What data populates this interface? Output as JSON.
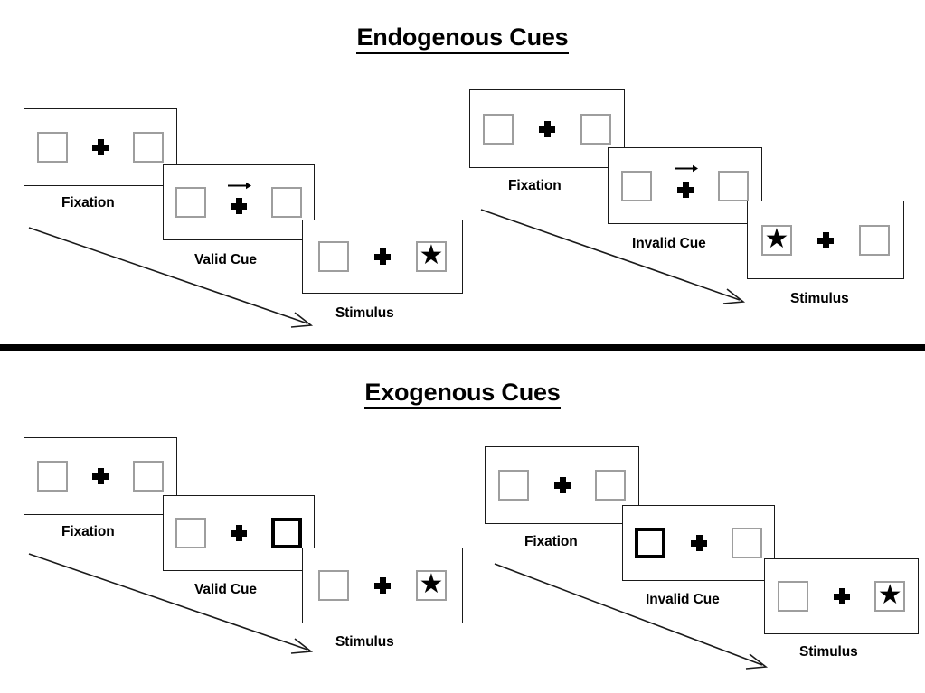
{
  "sections": [
    {
      "title": "Endogenous Cues",
      "groups": [
        {
          "name": "endogenous-valid",
          "panels": [
            {
              "caption": "Fixation",
              "cue_type": "none",
              "left_box": "empty",
              "right_box": "empty"
            },
            {
              "caption": "Valid Cue",
              "cue_type": "arrow-right",
              "left_box": "empty",
              "right_box": "empty"
            },
            {
              "caption": "Stimulus",
              "cue_type": "none",
              "left_box": "empty",
              "right_box": "star"
            }
          ]
        },
        {
          "name": "endogenous-invalid",
          "panels": [
            {
              "caption": "Fixation",
              "cue_type": "none",
              "left_box": "empty",
              "right_box": "empty"
            },
            {
              "caption": "Invalid Cue",
              "cue_type": "arrow-right",
              "left_box": "empty",
              "right_box": "empty"
            },
            {
              "caption": "Stimulus",
              "cue_type": "none",
              "left_box": "star",
              "right_box": "empty"
            }
          ]
        }
      ]
    },
    {
      "title": "Exogenous Cues",
      "groups": [
        {
          "name": "exogenous-valid",
          "panels": [
            {
              "caption": "Fixation",
              "cue_type": "none",
              "left_box": "empty",
              "right_box": "empty"
            },
            {
              "caption": "Valid Cue",
              "cue_type": "box-highlight-right",
              "left_box": "empty",
              "right_box": "cued"
            },
            {
              "caption": "Stimulus",
              "cue_type": "none",
              "left_box": "empty",
              "right_box": "star"
            }
          ]
        },
        {
          "name": "exogenous-invalid",
          "panels": [
            {
              "caption": "Fixation",
              "cue_type": "none",
              "left_box": "empty",
              "right_box": "empty"
            },
            {
              "caption": "Invalid Cue",
              "cue_type": "box-highlight-left",
              "left_box": "cued",
              "right_box": "empty"
            },
            {
              "caption": "Stimulus",
              "cue_type": "none",
              "left_box": "empty",
              "right_box": "star"
            }
          ]
        }
      ]
    }
  ],
  "glyphs": {
    "star": "★",
    "fixation_cross": "plus-cross-icon",
    "arrow": "arrow-right-icon"
  },
  "colors": {
    "ink": "#000000",
    "panel_border": "#1a1a1a",
    "placeholder_border": "#9e9e9e",
    "cued_border": "#000000",
    "background": "#ffffff"
  }
}
